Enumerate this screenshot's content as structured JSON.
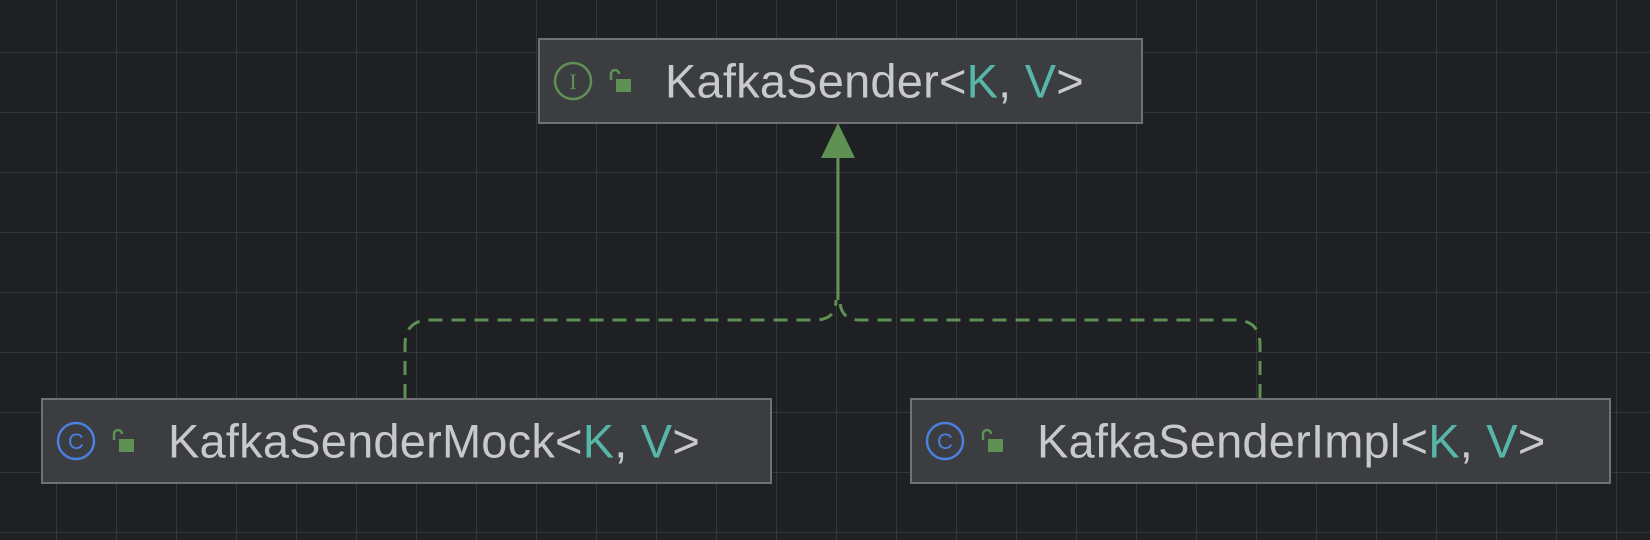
{
  "diagram": {
    "interface": {
      "name": "KafkaSender",
      "type_params": [
        "K",
        "V"
      ],
      "kind": "interface",
      "kind_letter": "I",
      "visibility": "public"
    },
    "classes": [
      {
        "name": "KafkaSenderMock",
        "type_params": [
          "K",
          "V"
        ],
        "kind": "class",
        "kind_letter": "C",
        "visibility": "public"
      },
      {
        "name": "KafkaSenderImpl",
        "type_params": [
          "K",
          "V"
        ],
        "kind": "class",
        "kind_letter": "C",
        "visibility": "public"
      }
    ],
    "relationships": [
      {
        "from": "KafkaSenderMock",
        "to": "KafkaSender",
        "type": "implements",
        "style": "dashed"
      },
      {
        "from": "KafkaSenderImpl",
        "to": "KafkaSender",
        "type": "implements",
        "style": "dashed"
      }
    ],
    "colors": {
      "background": "#1f2023",
      "grid": "#34363a",
      "node_fill": "#3c3d40",
      "node_border": "#6f7175",
      "text": "#c7c9cd",
      "type_param": "#56b6a8",
      "edge": "#5f9154",
      "interface_icon": "#5f9154",
      "class_icon": "#4b7fe0",
      "lock_icon": "#5f9154"
    }
  }
}
